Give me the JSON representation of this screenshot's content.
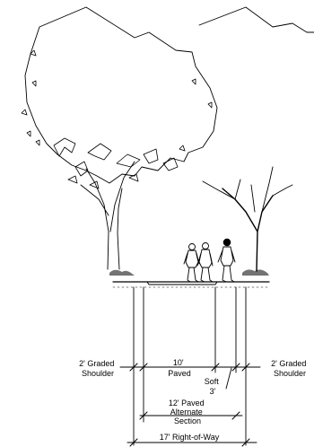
{
  "diagram": {
    "labels": {
      "left_shoulder": [
        "2' Graded",
        "Shoulder"
      ],
      "paved": [
        "10'",
        "Paved"
      ],
      "soft": [
        "Soft",
        "3'"
      ],
      "right_shoulder": [
        "2' Graded",
        "Shoulder"
      ],
      "alternate": [
        "12' Paved",
        "Alternate",
        "Section"
      ],
      "right_of_way": "17' Right-of-Way"
    }
  },
  "colors": {
    "ink": "#000000",
    "background": "#ffffff"
  }
}
